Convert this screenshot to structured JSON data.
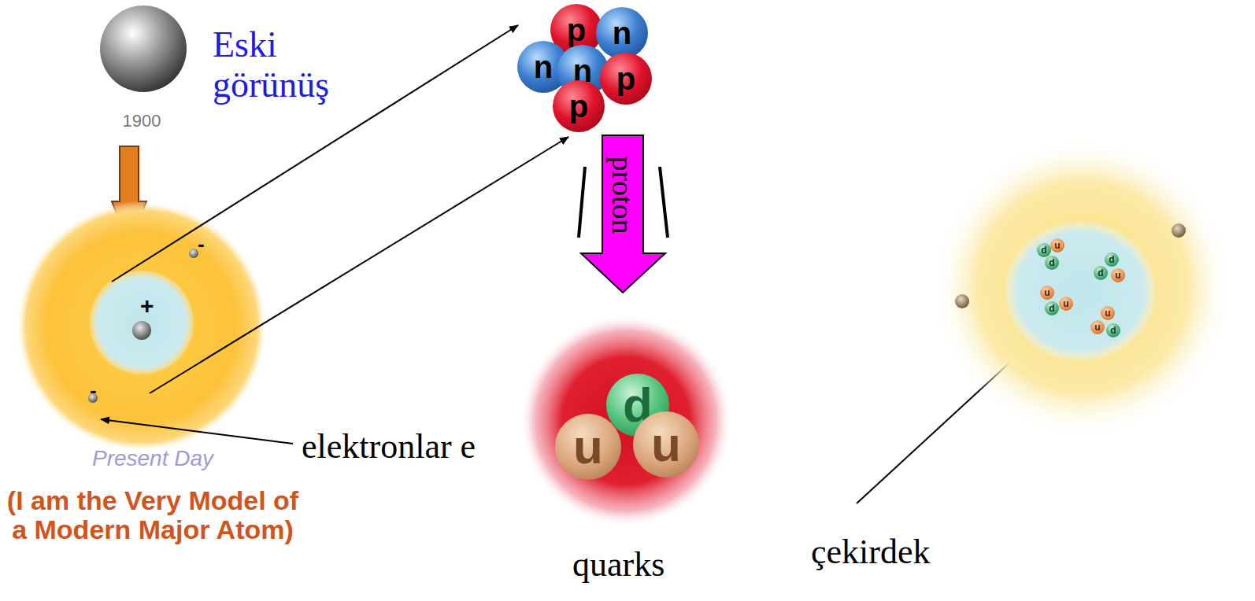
{
  "diagram": {
    "nodes": [
      {
        "text": [
          "p"
        ]
      },
      {
        "text": [
          "n"
        ]
      },
      {
        "text": [
          "n"
        ]
      },
      {
        "text": [
          "n"
        ]
      },
      {
        "text": [
          "p"
        ]
      },
      {
        "text": [
          "p"
        ]
      },
      {
        "text": [
          "proton"
        ]
      },
      {
        "text": [
          "d"
        ]
      },
      {
        "text": [
          "u"
        ]
      },
      {
        "text": [
          "u"
        ]
      },
      {
        "text": [
          "d"
        ]
      },
      {
        "text": [
          "u"
        ]
      },
      {
        "text": [
          "d"
        ]
      },
      {
        "text": [
          "d"
        ]
      },
      {
        "text": [
          "d"
        ]
      },
      {
        "text": [
          "u"
        ]
      },
      {
        "text": [
          "u"
        ]
      },
      {
        "text": [
          "d"
        ]
      },
      {
        "text": [
          "u"
        ]
      },
      {
        "text": [
          "u"
        ]
      },
      {
        "text": [
          "u"
        ]
      },
      {
        "text": [
          "d"
        ]
      }
    ],
    "labels": [
      "Eski görünüş",
      "1900",
      "+",
      "-",
      "-",
      "elektronlar e",
      "Present Day",
      "(I am the Very Model of a Modern Major Atom)",
      "quarks",
      "çekirdek"
    ]
  }
}
